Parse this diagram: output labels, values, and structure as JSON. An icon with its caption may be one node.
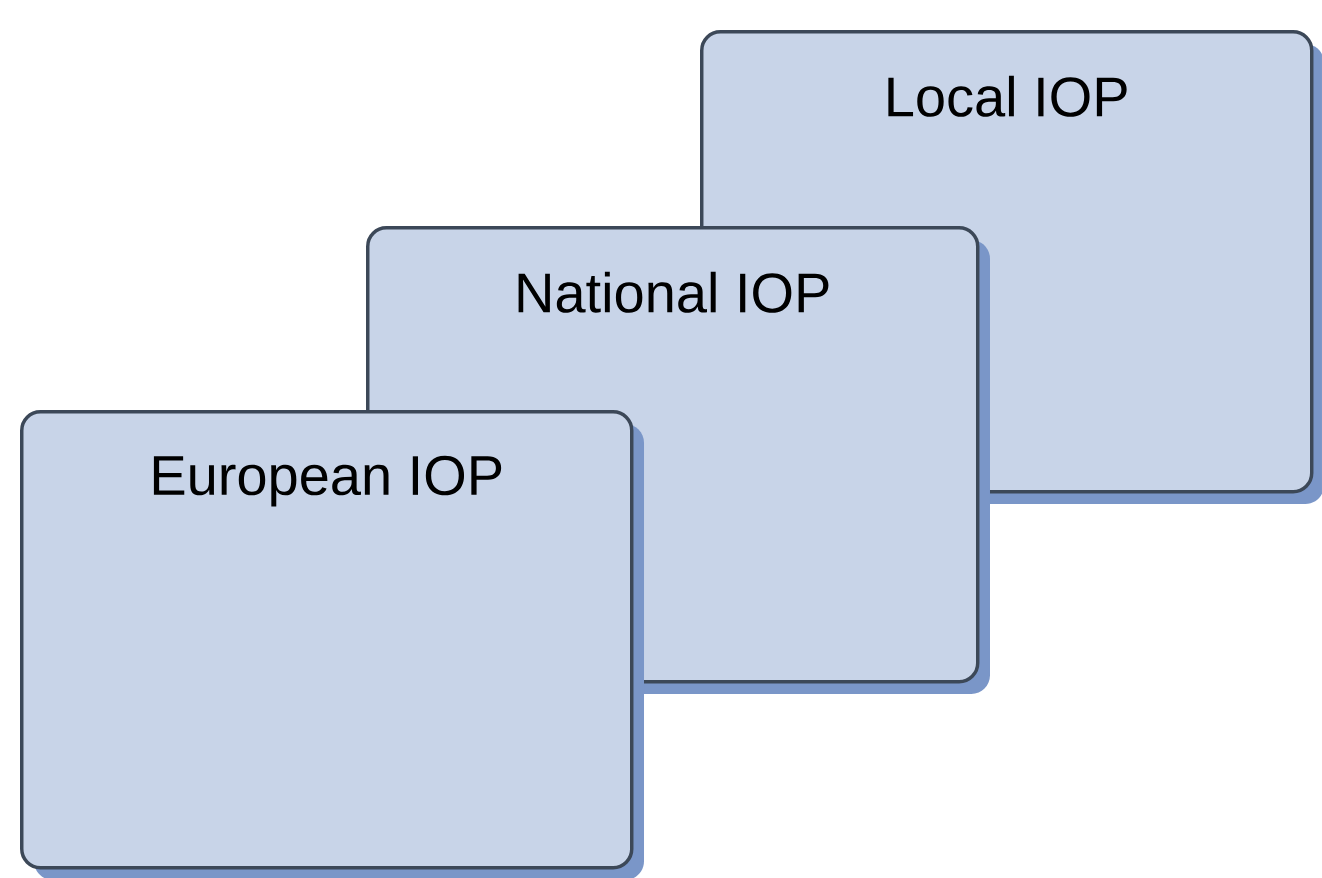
{
  "diagram": {
    "nodes": [
      {
        "text": [
          "Local IOP"
        ]
      },
      {
        "text": [
          "National IOP"
        ]
      },
      {
        "text": [
          "European IOP"
        ]
      }
    ]
  }
}
